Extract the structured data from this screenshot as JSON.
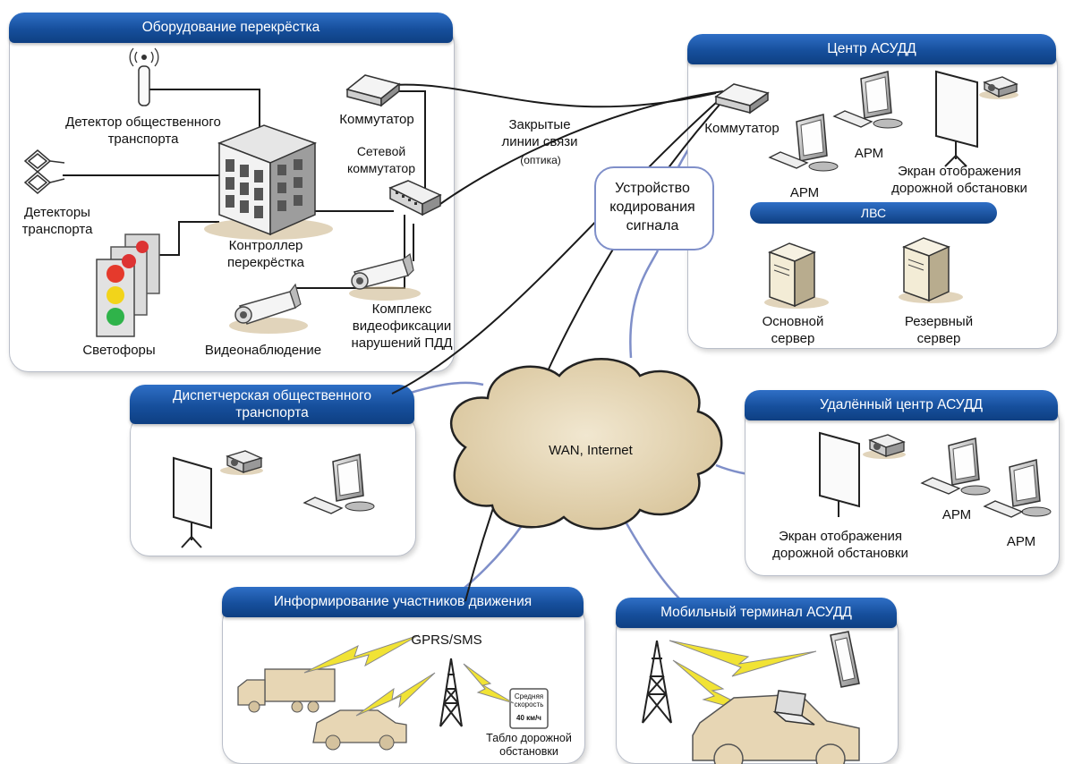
{
  "panels": {
    "intersection": {
      "title": "Оборудование перекрёстка"
    },
    "center": {
      "title": "Центр АСУДД"
    },
    "dispatch": {
      "title": "Диспетчерская общественного транспорта"
    },
    "remote": {
      "title": "Удалённый центр АСУДД"
    },
    "info": {
      "title": "Информирование участников движения"
    },
    "mobile": {
      "title": "Мобильный терминал АСУДД"
    }
  },
  "labels": {
    "pt_detector": "Детектор общественного транспорта",
    "vehicle_detectors": "Детекторы транспорта",
    "controller": "Контроллер перекрёстка",
    "switch_intersection": "Коммутатор",
    "network_switch": "Сетевой коммутатор",
    "traffic_lights": "Светофоры",
    "cctv": "Видеонаблюдение",
    "violation_complex": "Комплекс видеофиксации нарушений ПДД",
    "closed_lines": "Закрытые линии связи",
    "optics": "(оптика)",
    "encoder": "Устройство кодирования сигнала",
    "switch_center": "Коммутатор",
    "arm": "АРМ",
    "display_screen": "Экран отображения дорожной обстановки",
    "lan": "ЛВС",
    "main_server": "Основной сервер",
    "backup_server": "Резервный сервер",
    "wan": "WAN, Internet",
    "gprs": "GPRS/SMS",
    "board_title": "Средняя скорость",
    "board_value": "40 км/ч",
    "board_caption": "Табло дорожной обстановки"
  },
  "colors": {
    "header_blue": "#164f9c",
    "link_blue": "#7f8fc9",
    "cable": "#1a1a1a",
    "cloud": "#e9dcc0",
    "vehicle": "#e7d6b4",
    "lightning": "#f1e335"
  },
  "icons": [
    "antenna-icon",
    "loop-detector-icon",
    "controller-cabinet-icon",
    "switch-icon",
    "traffic-light-icon",
    "camera-icon",
    "monitor-icon",
    "keyboard-icon",
    "projector-icon",
    "projection-screen-icon",
    "server-icon",
    "cloud-icon",
    "truck-icon",
    "car-icon",
    "radio-tower-icon",
    "speed-board-icon",
    "tablet-icon",
    "laptop-icon",
    "lightning-icon"
  ]
}
